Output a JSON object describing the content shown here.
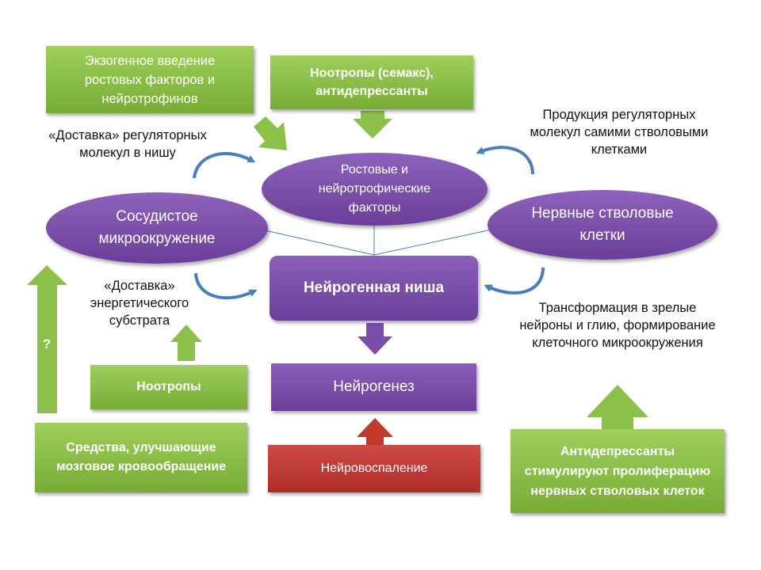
{
  "nodes": {
    "exogenous": "Экзогенное введение ростовых факторов и нейротрофинов",
    "nootropics_semax": "Ноотропы (семакс), антидепрессанты",
    "growth_factors": "Ростовые и нейротрофические факторы",
    "vascular": "Сосудистое микроокружение",
    "stem_cells": "Нервные стволовые клетки",
    "niche": "Нейрогенная ниша",
    "nootropics": "Ноотропы",
    "neurogenesis": "Нейрогенез",
    "inflammation": "Нейровоспаление",
    "brain_blood": "Средства, улучшающие мозговое кровообращение",
    "antidepressants": "Антидепрессанты стимулируют пролиферацию нервных стволовых клеток"
  },
  "labels": {
    "delivery_molecules": "«Доставка» регуляторных молекул в нишу",
    "production": "Продукция регуляторных молекул самими стволовыми клетками",
    "delivery_energy": "«Доставка» энергетического субстрата",
    "transformation": "Трансформация в зрелые нейроны и глию, формирование клеточного микроокружения",
    "question": "?"
  },
  "colors": {
    "green": "#8cc04a",
    "purple": "#7a4fab",
    "red": "#c0392b",
    "curve_arrow": "#4a7ebb",
    "line": "#4a7ebb"
  }
}
